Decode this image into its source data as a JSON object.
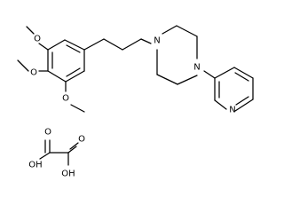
{
  "diagram": {
    "molecule_1": {
      "atoms": {
        "methoxy_o_top": "O",
        "methoxy_o_middle": "O",
        "methoxy_o_bottom": "O",
        "piperazine_n_left": "N",
        "piperazine_n_right": "N",
        "pyridine_n": "N"
      }
    },
    "molecule_2": {
      "atoms": {
        "oxalate_o_top_left": "O",
        "oxalate_o_top_right": "O",
        "oxalate_oh_left": "OH",
        "oxalate_oh_right": "OH"
      }
    },
    "colors": {
      "bond": "#000000",
      "label": "#000000",
      "background": "#ffffff"
    }
  }
}
